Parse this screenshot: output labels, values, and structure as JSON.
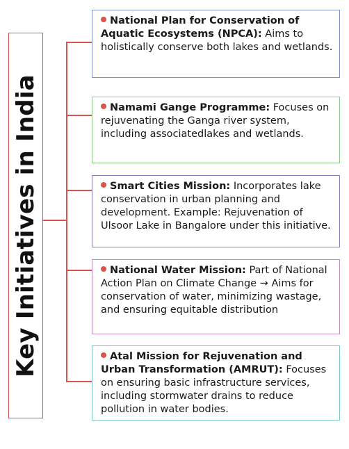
{
  "title": "Key Initiatives in India",
  "colors": {
    "accent": "#d9534f",
    "card_1_border": "#7f8fc9",
    "card_2_border": "#8cc98a",
    "card_3_border": "#8b7fc0",
    "card_4_border": "#c58bbd",
    "card_5_border": "#7fc7c6"
  },
  "initiatives": [
    {
      "heading": "National Plan for Conservation of Aquatic Ecosystems (NPCA):",
      "text": "Aims to holistically conserve both lakes and wetlands."
    },
    {
      "heading": "Namami Gange Programme:",
      "text": "Focuses on rejuvenating the Ganga river system, including associatedlakes and wetlands."
    },
    {
      "heading": "Smart Cities Mission:",
      "text": "Incorporates lake conservation in urban planning and development. Example: Rejuvenation of Ulsoor Lake in Bangalore under this initiative."
    },
    {
      "heading": "National Water Mission:",
      "text": "Part of National Action Plan on Climate Change → Aims for conservation of water, minimizing wastage, and ensuring equitable distribution"
    },
    {
      "heading": "Atal Mission for Rejuvenation and Urban Transformation (AMRUT):",
      "text": "Focuses on ensuring basic infrastructure services, including stormwater drains to reduce pollution in water bodies."
    }
  ]
}
